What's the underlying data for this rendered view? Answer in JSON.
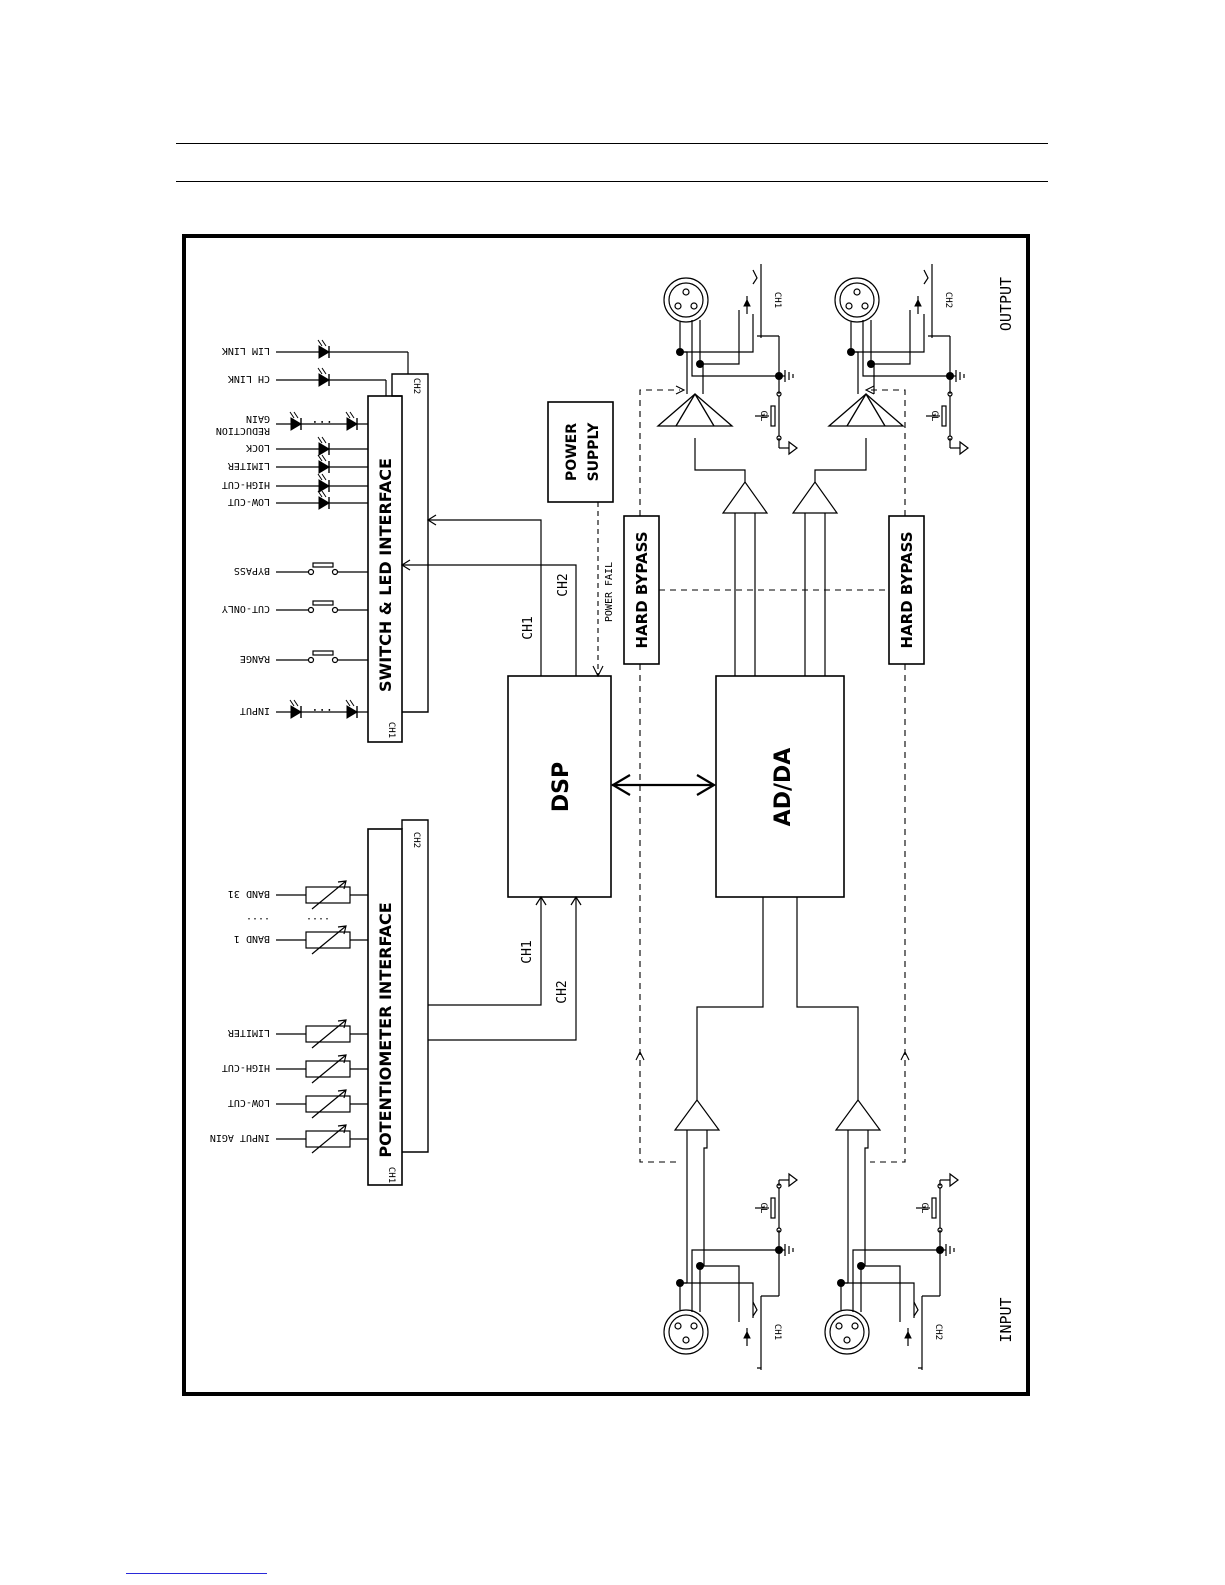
{
  "labels": {
    "potentiometer_interface": "POTENTIOMETER  INTERFACE",
    "switch_led_interface": "SWITCH  &  LED  INTERFACE",
    "dsp": "DSP",
    "adda": "AD/DA",
    "power_supply_line1": "POWER",
    "power_supply_line2": "SUPPLY",
    "power_fail": "POWER FAIL",
    "hard_bypass_1": "HARD BYPASS",
    "hard_bypass_2": "HARD BYPASS",
    "ch1": "CH1",
    "ch2": "CH2",
    "input": "INPUT",
    "output": "OUTPUT",
    "gl": "GL"
  },
  "potentiometers": [
    "INPUT AGIN",
    "LOW-CUT",
    "HIGH-CUT",
    "LIMITER",
    "BAND 1",
    "BAND 31"
  ],
  "band_ellipsis": "....",
  "switches": [
    "RANGE",
    "CUT-ONLY",
    "BYPASS"
  ],
  "leds": [
    "INPUT",
    "LOW-CUT",
    "HIGH-CUT",
    "LIMITER",
    "LOCK",
    "GAIN REDUCTION",
    "CH LINK",
    "LIM LINK"
  ],
  "led_ellipsis": "..."
}
